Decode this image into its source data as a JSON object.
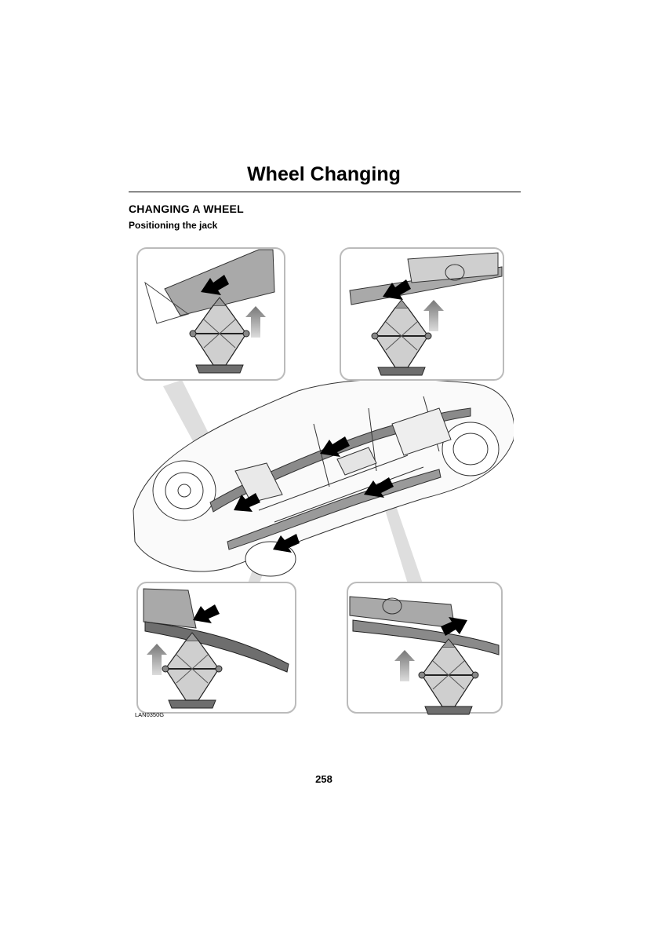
{
  "page": {
    "title": "Wheel Changing",
    "section_heading": "CHANGING A WHEEL",
    "sub_heading": "Positioning the jack",
    "figure_code": "LAN0350G",
    "page_number": "258"
  },
  "illustration": {
    "subject": "Vehicle underside with four jacking point detail views",
    "colors": {
      "line": "#333333",
      "fill_light": "#f3f3f3",
      "fill_mid": "#bdbdbd",
      "fill_dark": "#6e6e6e",
      "frame": "#bbbbbb",
      "arrow": "#000000"
    }
  }
}
